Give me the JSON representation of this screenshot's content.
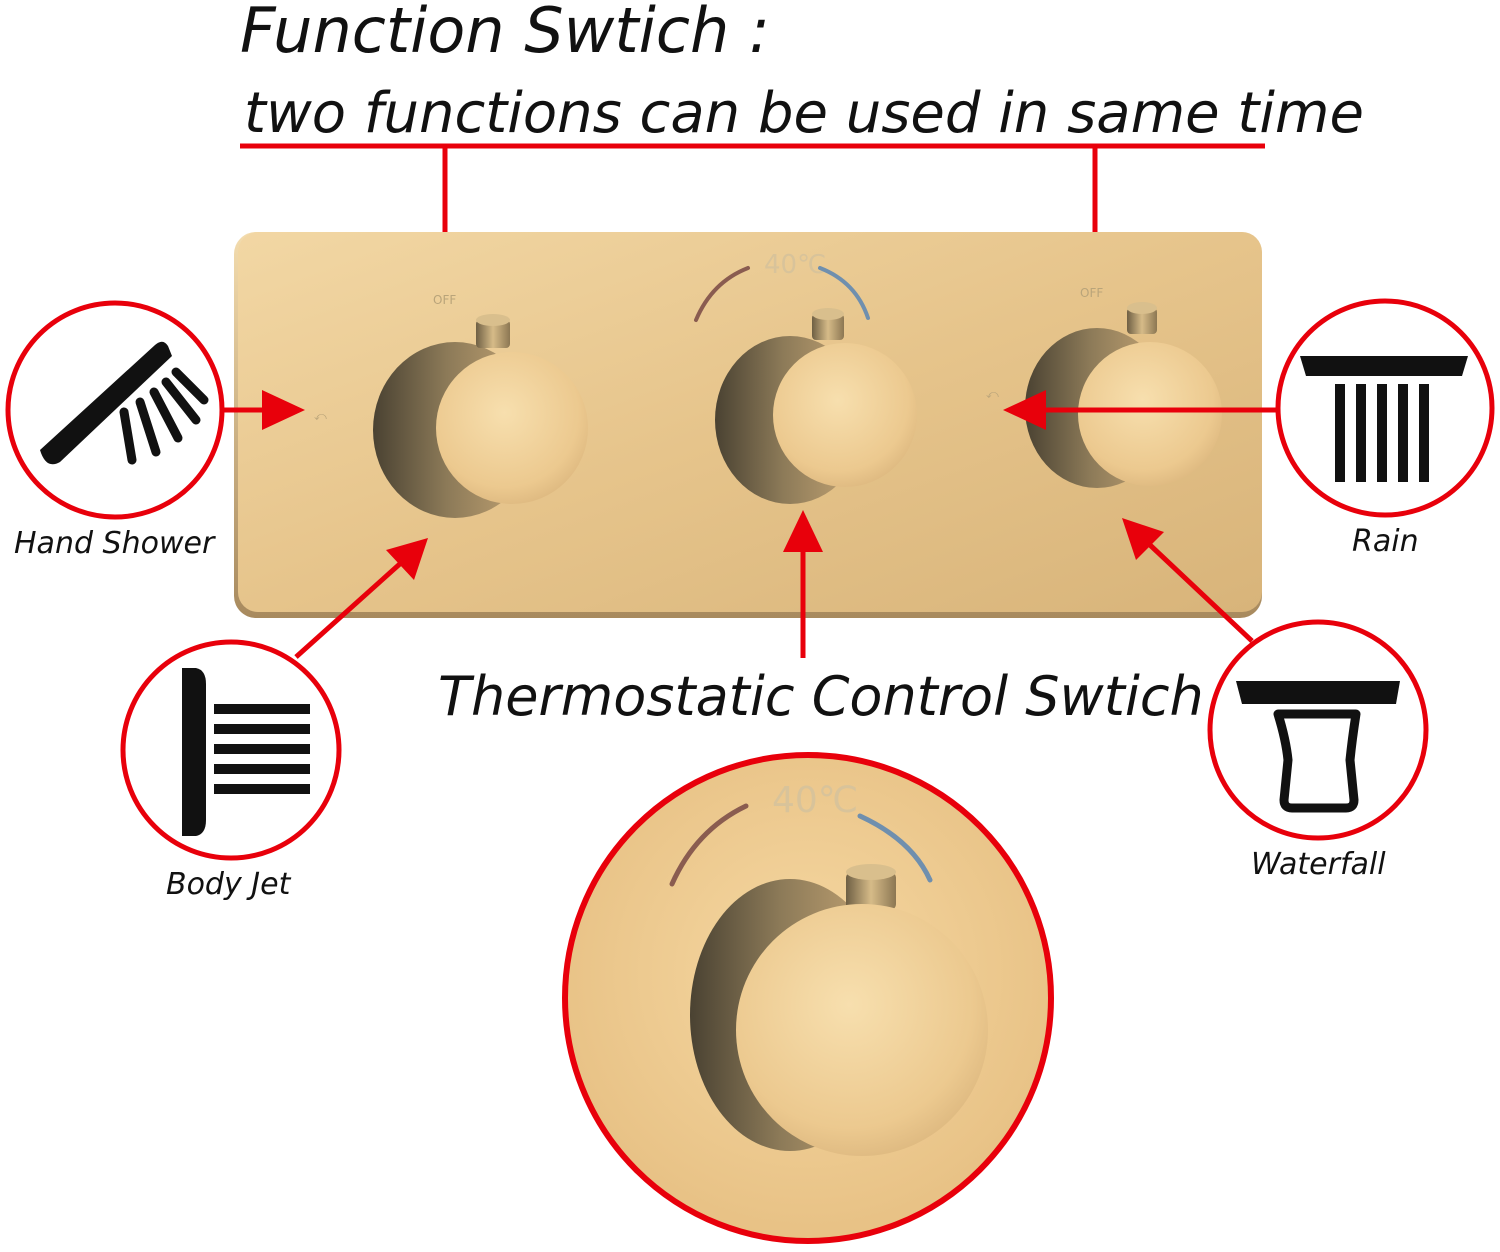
{
  "header": {
    "title": "Function Swtich :",
    "subtitle": "two functions can be used in same time"
  },
  "panel": {
    "left_knob_mark": "OFF",
    "right_knob_mark": "OFF",
    "center_temp_mark": "40℃"
  },
  "center_callout": {
    "label": "Thermostatic Control Swtich"
  },
  "zoom": {
    "temp_mark": "40℃"
  },
  "outlets": [
    {
      "id": "hand-shower",
      "label": "Hand Shower",
      "icon": "hand-shower-icon"
    },
    {
      "id": "body-jet",
      "label": "Body Jet",
      "icon": "body-jet-icon"
    },
    {
      "id": "rain",
      "label": "Rain",
      "icon": "rain-shower-icon"
    },
    {
      "id": "waterfall",
      "label": "Waterfall",
      "icon": "waterfall-icon"
    }
  ],
  "colors": {
    "accent_red": "#e8000b",
    "brushed_gold": "#e6c48b",
    "hot_arc": "#8a5c50",
    "cold_arc": "#6f8fae",
    "ink": "#111111"
  }
}
